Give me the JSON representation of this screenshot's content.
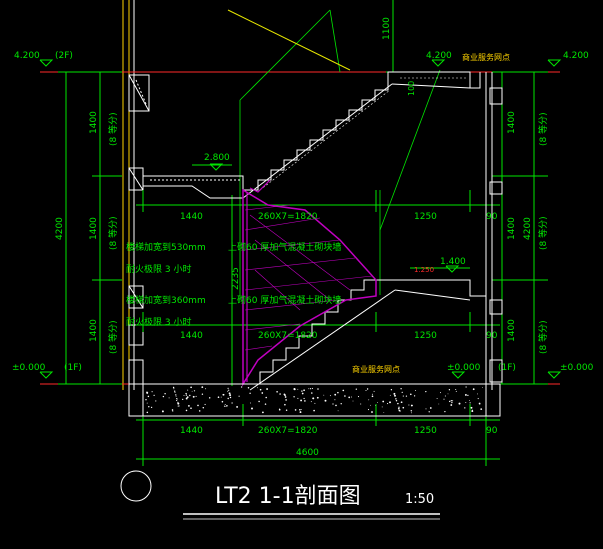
{
  "drawing": {
    "title_main": "LT2  1-1剖面图",
    "title_scale": "1:50",
    "colors": {
      "background": "#000000",
      "level_line": "#ff2a2a",
      "dimension": "#00e600",
      "text_yellow": "#ffd400",
      "structure": "#ffffff",
      "stair_hatch": "#c000c0",
      "grid_cyan": "#00c8c8",
      "title": "#ffffff",
      "leader": "#e6e600"
    }
  },
  "levels": {
    "top_left": "4.200",
    "top_left_floor": "(2F)",
    "top_right_mid": "4.200",
    "top_right_mid_note": "商业服务网点",
    "top_right": "4.200",
    "bottom_left": "±0.000",
    "bottom_left_floor": "(1F)",
    "bottom_right_mid": "±0.000",
    "bottom_right_mid_floor": "(1F)",
    "bottom_right": "±0.000",
    "landing_upper": "2.800",
    "landing_lower": "1.400",
    "landing_lower_small": "1.250",
    "bottom_note": "商业服务网点"
  },
  "dimensions": {
    "top_vertical": "1100",
    "left_total": "4200",
    "left_seg_top": "1400",
    "left_seg_mid": "1400",
    "left_seg_bottom": "1400",
    "left_seg_label": "(8 等分)",
    "right_total": "4200",
    "right_seg_top": "1400",
    "right_seg_mid": "1400",
    "right_seg_bottom": "1400",
    "right_seg_label": "(8 等分)",
    "row_upper_left": "1440",
    "row_upper_mid": "260X7=1820",
    "row_upper_right": "1250",
    "row_upper_end": "90",
    "row_lower_left": "1440",
    "row_lower_mid": "260X7=1820",
    "row_lower_right": "1250",
    "row_lower_end": "90",
    "bottom_left": "1440",
    "bottom_mid": "260X7=1820",
    "bottom_right": "1250",
    "bottom_end": "90",
    "bottom_total": "4600",
    "stair_height": "2235",
    "inner_100": "100"
  },
  "notes": {
    "note1": "楼梯加宽到530mm",
    "note1_right": "上砌60  厚加气混凝土砌块墙",
    "note2": "耐火极限 3 小时",
    "note3": "楼梯加宽到360mm",
    "note3_right": "上砌60  厚加气混凝土砌块墙",
    "note4": "耐火极限 3 小时"
  }
}
